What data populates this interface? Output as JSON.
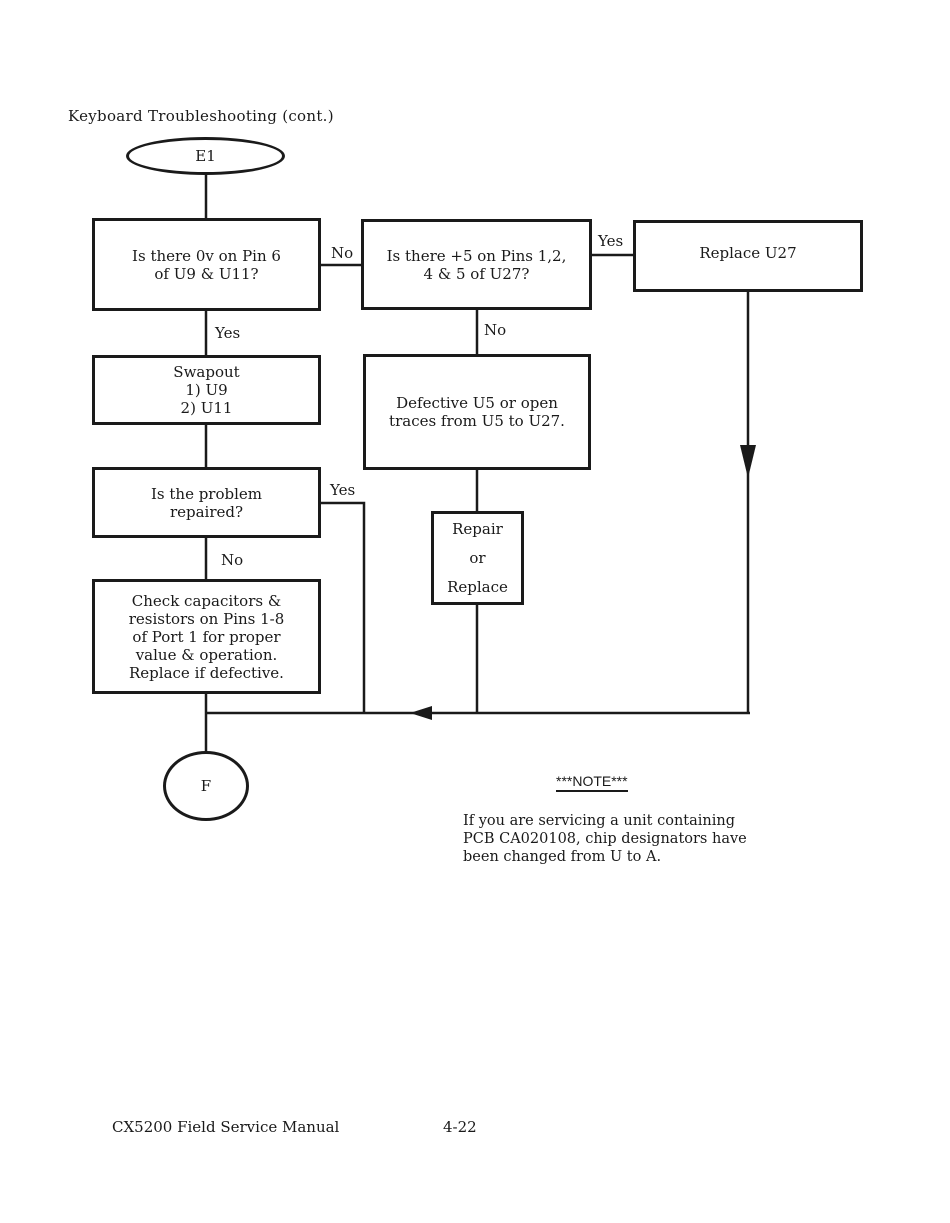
{
  "header": {
    "title": "Keyboard Troubleshooting (cont.)"
  },
  "flowchart": {
    "start_connector": "E1",
    "end_connector": "F",
    "nodes": {
      "check_pin6": "Is there 0v on Pin 6\nof U9 & U11?",
      "check_plus5": "Is there +5 on Pins 1,2,\n4 & 5 of U27?",
      "replace_u27": "Replace U27",
      "swapout": "Swapout\n1) U9\n2) U11",
      "defective_u5": "Defective U5 or open\ntraces from U5 to U27.",
      "problem_repaired": "Is the problem\nrepaired?",
      "repair_or_replace": "Repair\nor\nReplace",
      "check_capacitors": "Check capacitors &\nresistors on Pins 1-8\nof Port 1 for proper\nvalue & operation.\nReplace if defective."
    },
    "edge_labels": {
      "pin6_no": "No",
      "pin6_yes": "Yes",
      "plus5_yes": "Yes",
      "plus5_no": "No",
      "repaired_yes": "Yes",
      "repaired_no": "No"
    }
  },
  "note": {
    "title": "***NOTE***",
    "body": "If you are servicing a unit containing\nPCB CA020108, chip designators have\nbeen changed from U to A."
  },
  "footer": {
    "manual_name": "CX5200 Field Service Manual",
    "page_number": "4-22"
  }
}
